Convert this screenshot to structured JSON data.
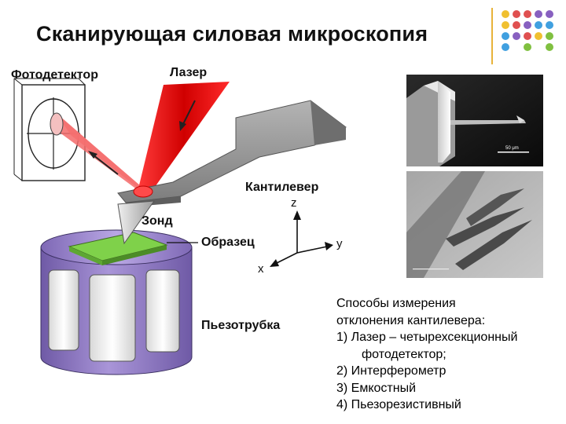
{
  "title": "Сканирующая силовая микроскопия",
  "labels": {
    "photodetector": "Фотодетектор",
    "laser": "Лазер",
    "cantilever": "Кантилевер",
    "probe": "Зонд",
    "sample": "Образец",
    "piezotube": "Пьезотрубка",
    "axis_z": "z",
    "axis_y": "y",
    "axis_x": "x"
  },
  "photo": {
    "scale_label": "50 μm"
  },
  "methods": {
    "heading_1": "Способы измерения",
    "heading_2": "отклонения кантилевера:",
    "items": [
      "1) Лазер – четырехсекционный",
      "фотодетектор;",
      "2) Интерферометр",
      "3) Емкостный",
      "4) Пьезорезистивный"
    ]
  },
  "colors": {
    "laser_red": "#e01010",
    "sample_green": "#7fd14a",
    "piezo_purple": "#9b86c9",
    "cantilever_gray": "#8c8c8c",
    "accent_line": "#e8b33a",
    "dot_palette": [
      "#f0c030",
      "#e05050",
      "#8860c0",
      "#40a0e0",
      "#80c040"
    ]
  }
}
